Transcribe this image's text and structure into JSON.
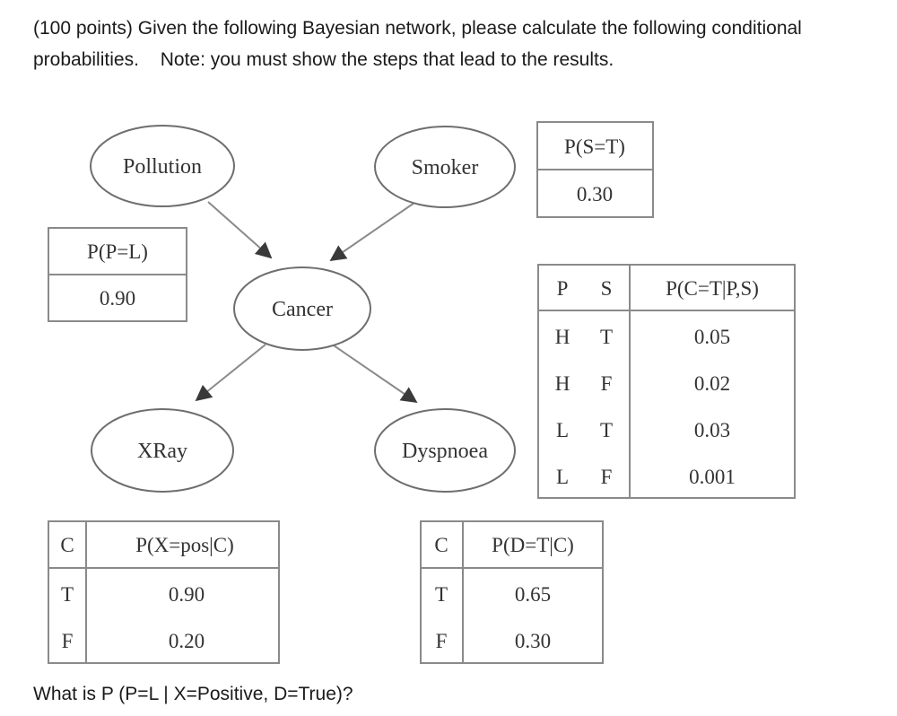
{
  "question": {
    "text": "(100 points) Given the following Bayesian network, please calculate the following conditional probabilities.",
    "note": "Note: you must show the steps that lead to the results.",
    "final": "What is P (P=L | X=Positive, D=True)?"
  },
  "nodes": {
    "pollution": "Pollution",
    "smoker": "Smoker",
    "cancer": "Cancer",
    "xray": "XRay",
    "dyspnoea": "Dyspnoea"
  },
  "tables": {
    "pollution": {
      "header": "P(P=L)",
      "value": "0.90"
    },
    "smoker": {
      "header": "P(S=T)",
      "value": "0.30"
    },
    "cancer": {
      "headers": [
        "P",
        "S",
        "P(C=T|P,S)"
      ],
      "rows": [
        [
          "H",
          "T",
          "0.05"
        ],
        [
          "H",
          "F",
          "0.02"
        ],
        [
          "L",
          "T",
          "0.03"
        ],
        [
          "L",
          "F",
          "0.001"
        ]
      ]
    },
    "xray": {
      "headers": [
        "C",
        "P(X=pos|C)"
      ],
      "rows": [
        [
          "T",
          "0.90"
        ],
        [
          "F",
          "0.20"
        ]
      ]
    },
    "dyspnoea": {
      "headers": [
        "C",
        "P(D=T|C)"
      ],
      "rows": [
        [
          "T",
          "0.65"
        ],
        [
          "F",
          "0.30"
        ]
      ]
    }
  }
}
